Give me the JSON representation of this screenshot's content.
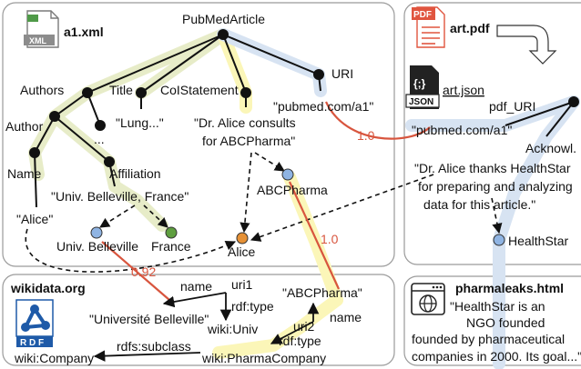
{
  "files": {
    "xml_name": "a1.xml",
    "pdf_name": "art.pdf",
    "json_name": "art.json",
    "html_name": "pharmaleaks.html",
    "wikidata_name": "wikidata.org"
  },
  "icons": {
    "xml_badge": "XML",
    "pdf_badge": "PDF",
    "json_braces": "{;}",
    "json_badge": "JSON",
    "rdf_badge": "R D F"
  },
  "xml_tree": {
    "root": "PubMedArticle",
    "authors": "Authors",
    "title": "Title",
    "coi": "CoIStatement",
    "uri": "URI",
    "uri_value": "\"pubmed.com/a1\"",
    "title_value": "\"Lung...\"",
    "coi_value_line1": "\"Dr. Alice consults",
    "coi_value_line2": "for  ABCPharma\"",
    "ellipsis": "...",
    "author": "Author",
    "name": "Name",
    "affiliation": "Affiliation",
    "affiliation_value": "\"Univ. Belleville, France\"",
    "name_value": "\"Alice\"",
    "entity_univ": "Univ. Belleville",
    "entity_france": "France",
    "entity_alice": "Alice",
    "entity_abcpharma": "ABCPharma"
  },
  "json_tree": {
    "pdf_uri": "pdf_URI",
    "uri_value": "\"pubmed.com/a1\"",
    "acknowl": "Acknowl.",
    "ack_line1": "\"Dr. Alice thanks HealthStar",
    "ack_line2": "for preparing and analyzing",
    "ack_line3": "data for this article.\"",
    "entity_healthstar": "HealthStar"
  },
  "wikidata": {
    "uri1": "uri1",
    "uri2": "uri2",
    "name_edge_1": "name",
    "name_edge_2": "name",
    "rdftype_1": "rdf:type",
    "rdftype_2": "rdf:type",
    "subclass": "rdfs:subclass",
    "univ_string": "\"Université Belleville\"",
    "wiki_univ": "wiki:Univ",
    "abc_string": "\"ABCPharma\"",
    "wiki_pharma": "wiki:PharmaCompany",
    "wiki_company": "wiki:Company"
  },
  "html_doc": {
    "line1": "\"HealthStar is an",
    "line2": "NGO founded",
    "line3": "founded by pharmaceutical",
    "line4": "companies in 2000. Its goal...\""
  },
  "link_scores": {
    "uri_match": "1.0",
    "abc_match": "1.0",
    "univ_match": "0.92"
  },
  "colors": {
    "highlight_green": "#e7ecc8",
    "highlight_yellow": "#fbf6b8",
    "highlight_blue": "#d7e3f2",
    "node_blue": "#8fb4e3",
    "node_green": "#5e9e3f",
    "node_orange": "#e69136",
    "link_red": "#d8553e",
    "panel_border": "#9a9a9a"
  }
}
